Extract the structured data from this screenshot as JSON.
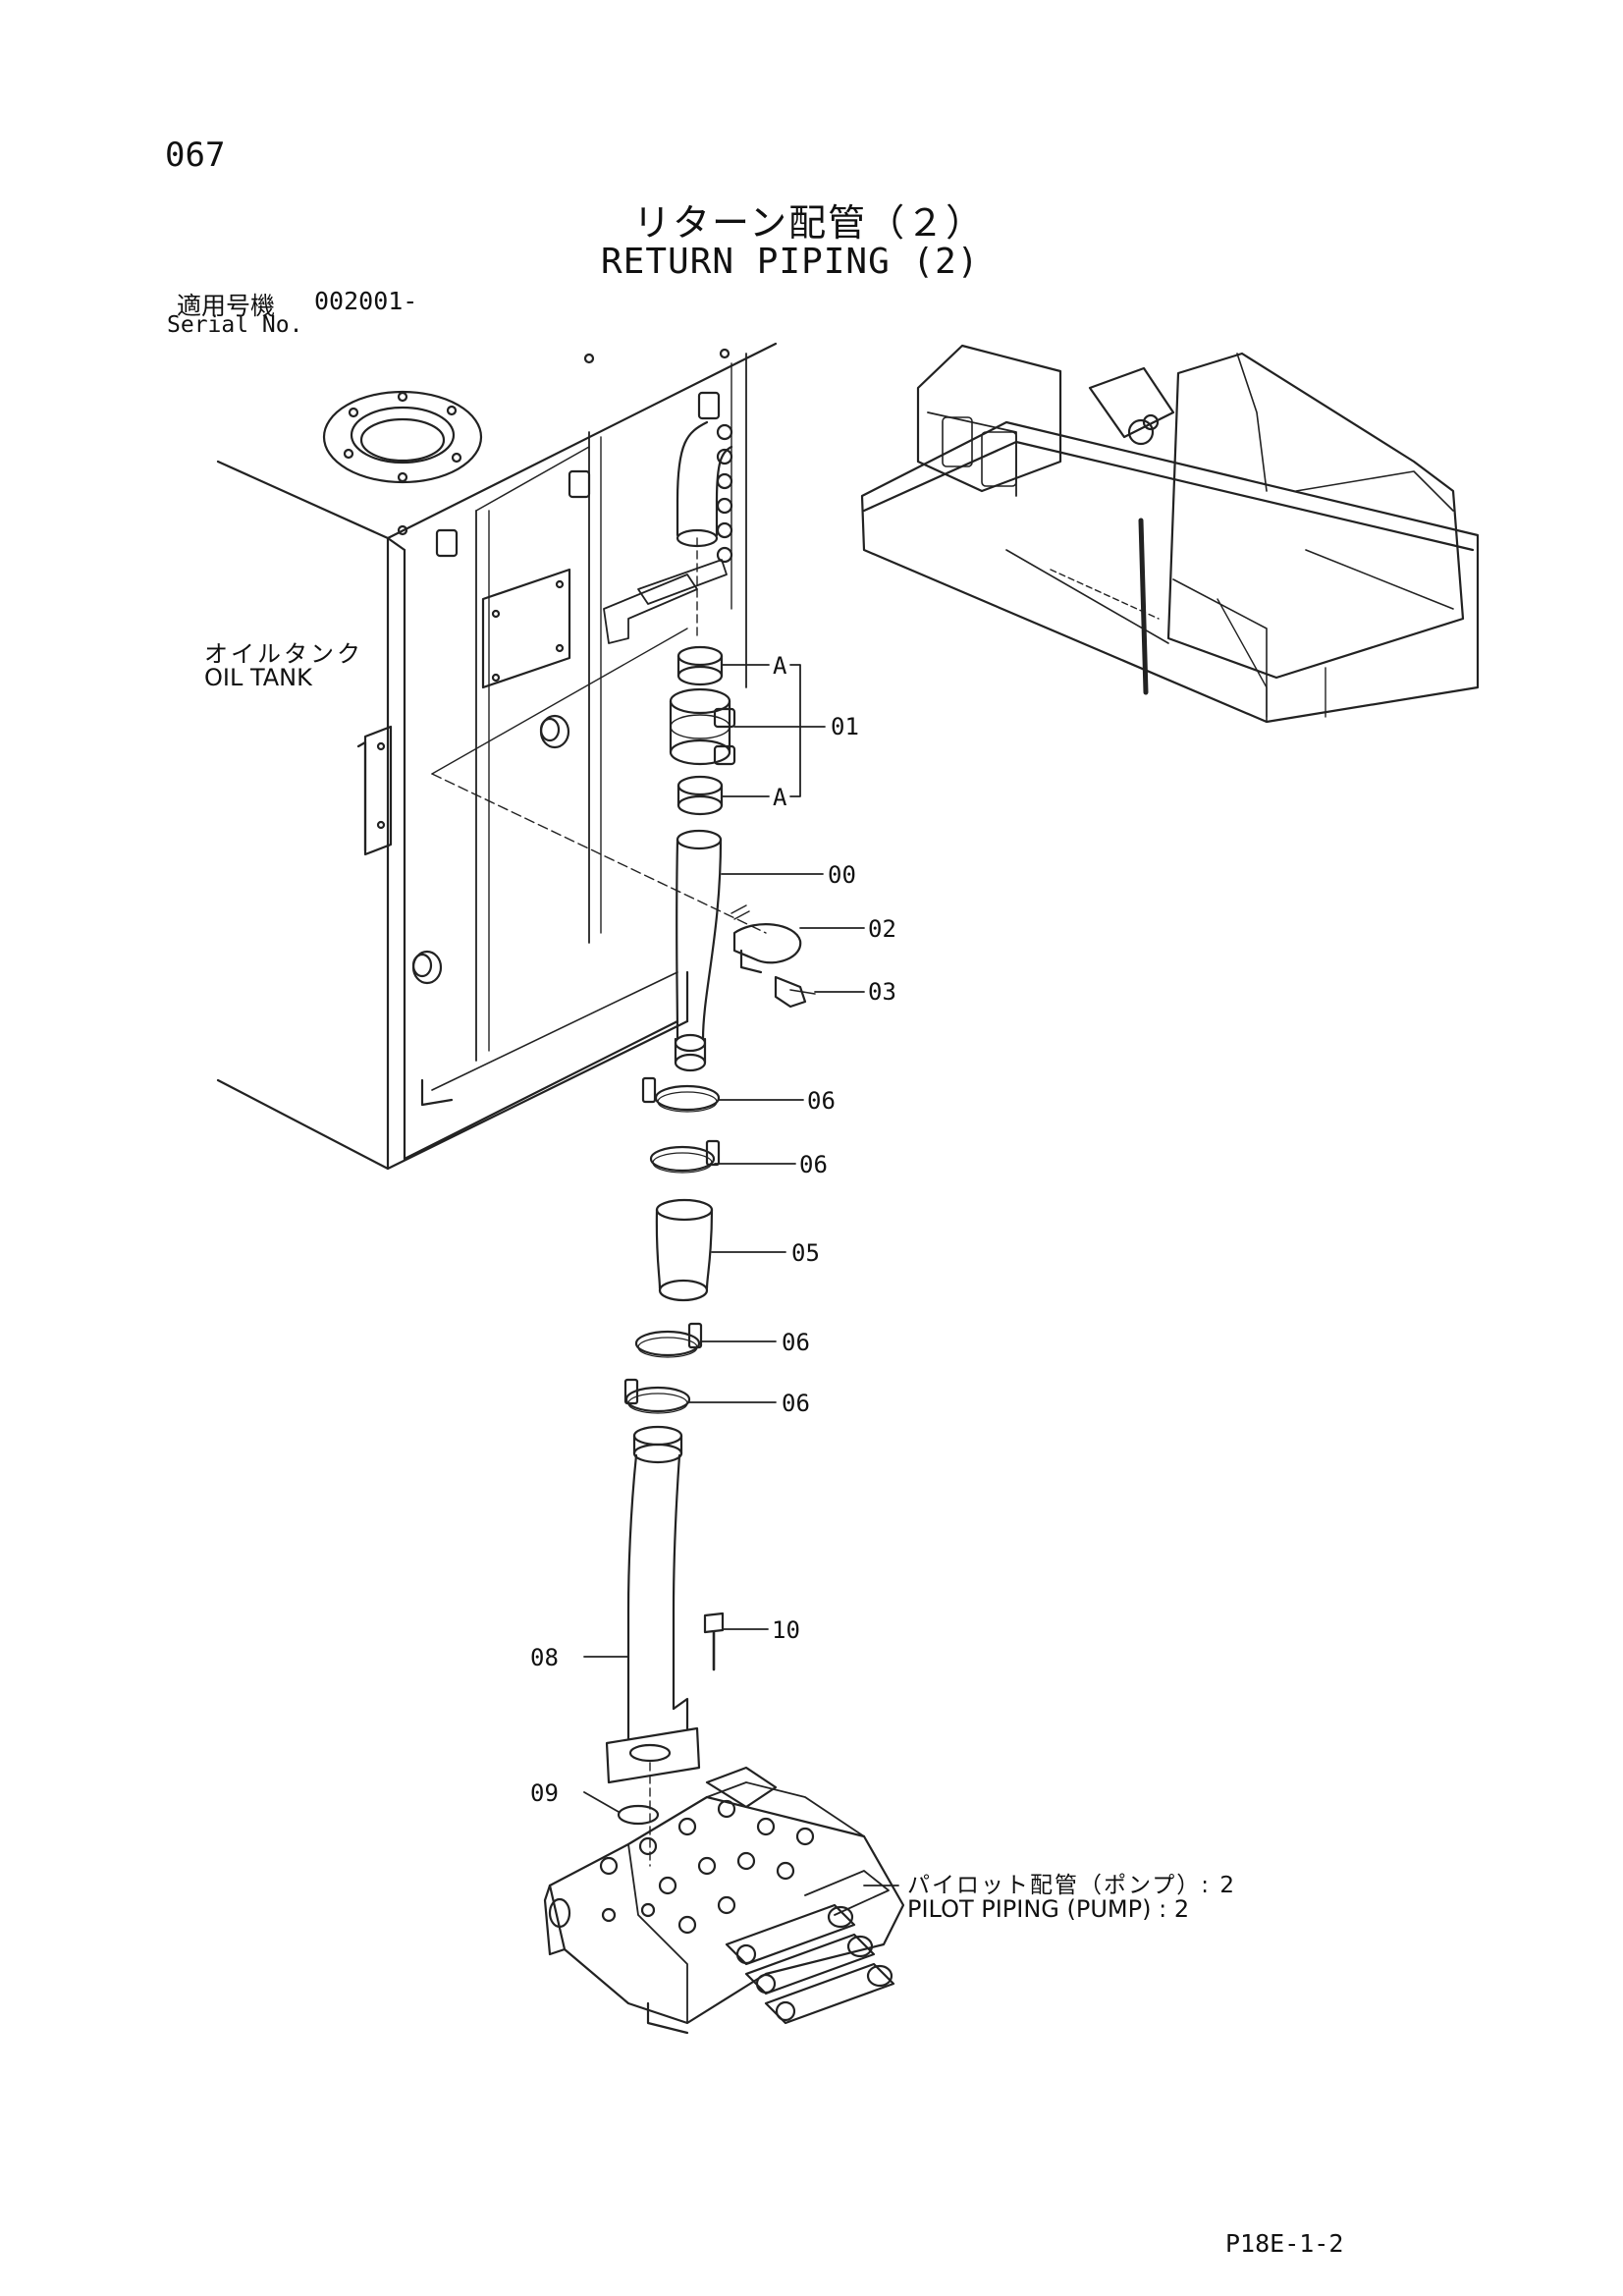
{
  "page_number": "067",
  "title_jp": "リターン配管（２）",
  "title_en": "RETURN PIPING (2)",
  "serial": {
    "label_jp": "適用号機",
    "value": "002001-",
    "label_en": "Serial No."
  },
  "oil_tank": {
    "jp": "オイルタンク",
    "en": "OIL TANK"
  },
  "pilot_piping": {
    "jp": "パイロット配管（ポンプ）: 2",
    "en": "PILOT PIPING (PUMP) : 2"
  },
  "doc_code": "P18E-1-2",
  "parts": {
    "a_top": "A",
    "p01": "01",
    "a_bottom": "A",
    "p00": "00",
    "p02": "02",
    "p03": "03",
    "p06a": "06",
    "p06b": "06",
    "p05": "05",
    "p06c": "06",
    "p06d": "06",
    "p10": "10",
    "p08": "08",
    "p09": "09"
  }
}
